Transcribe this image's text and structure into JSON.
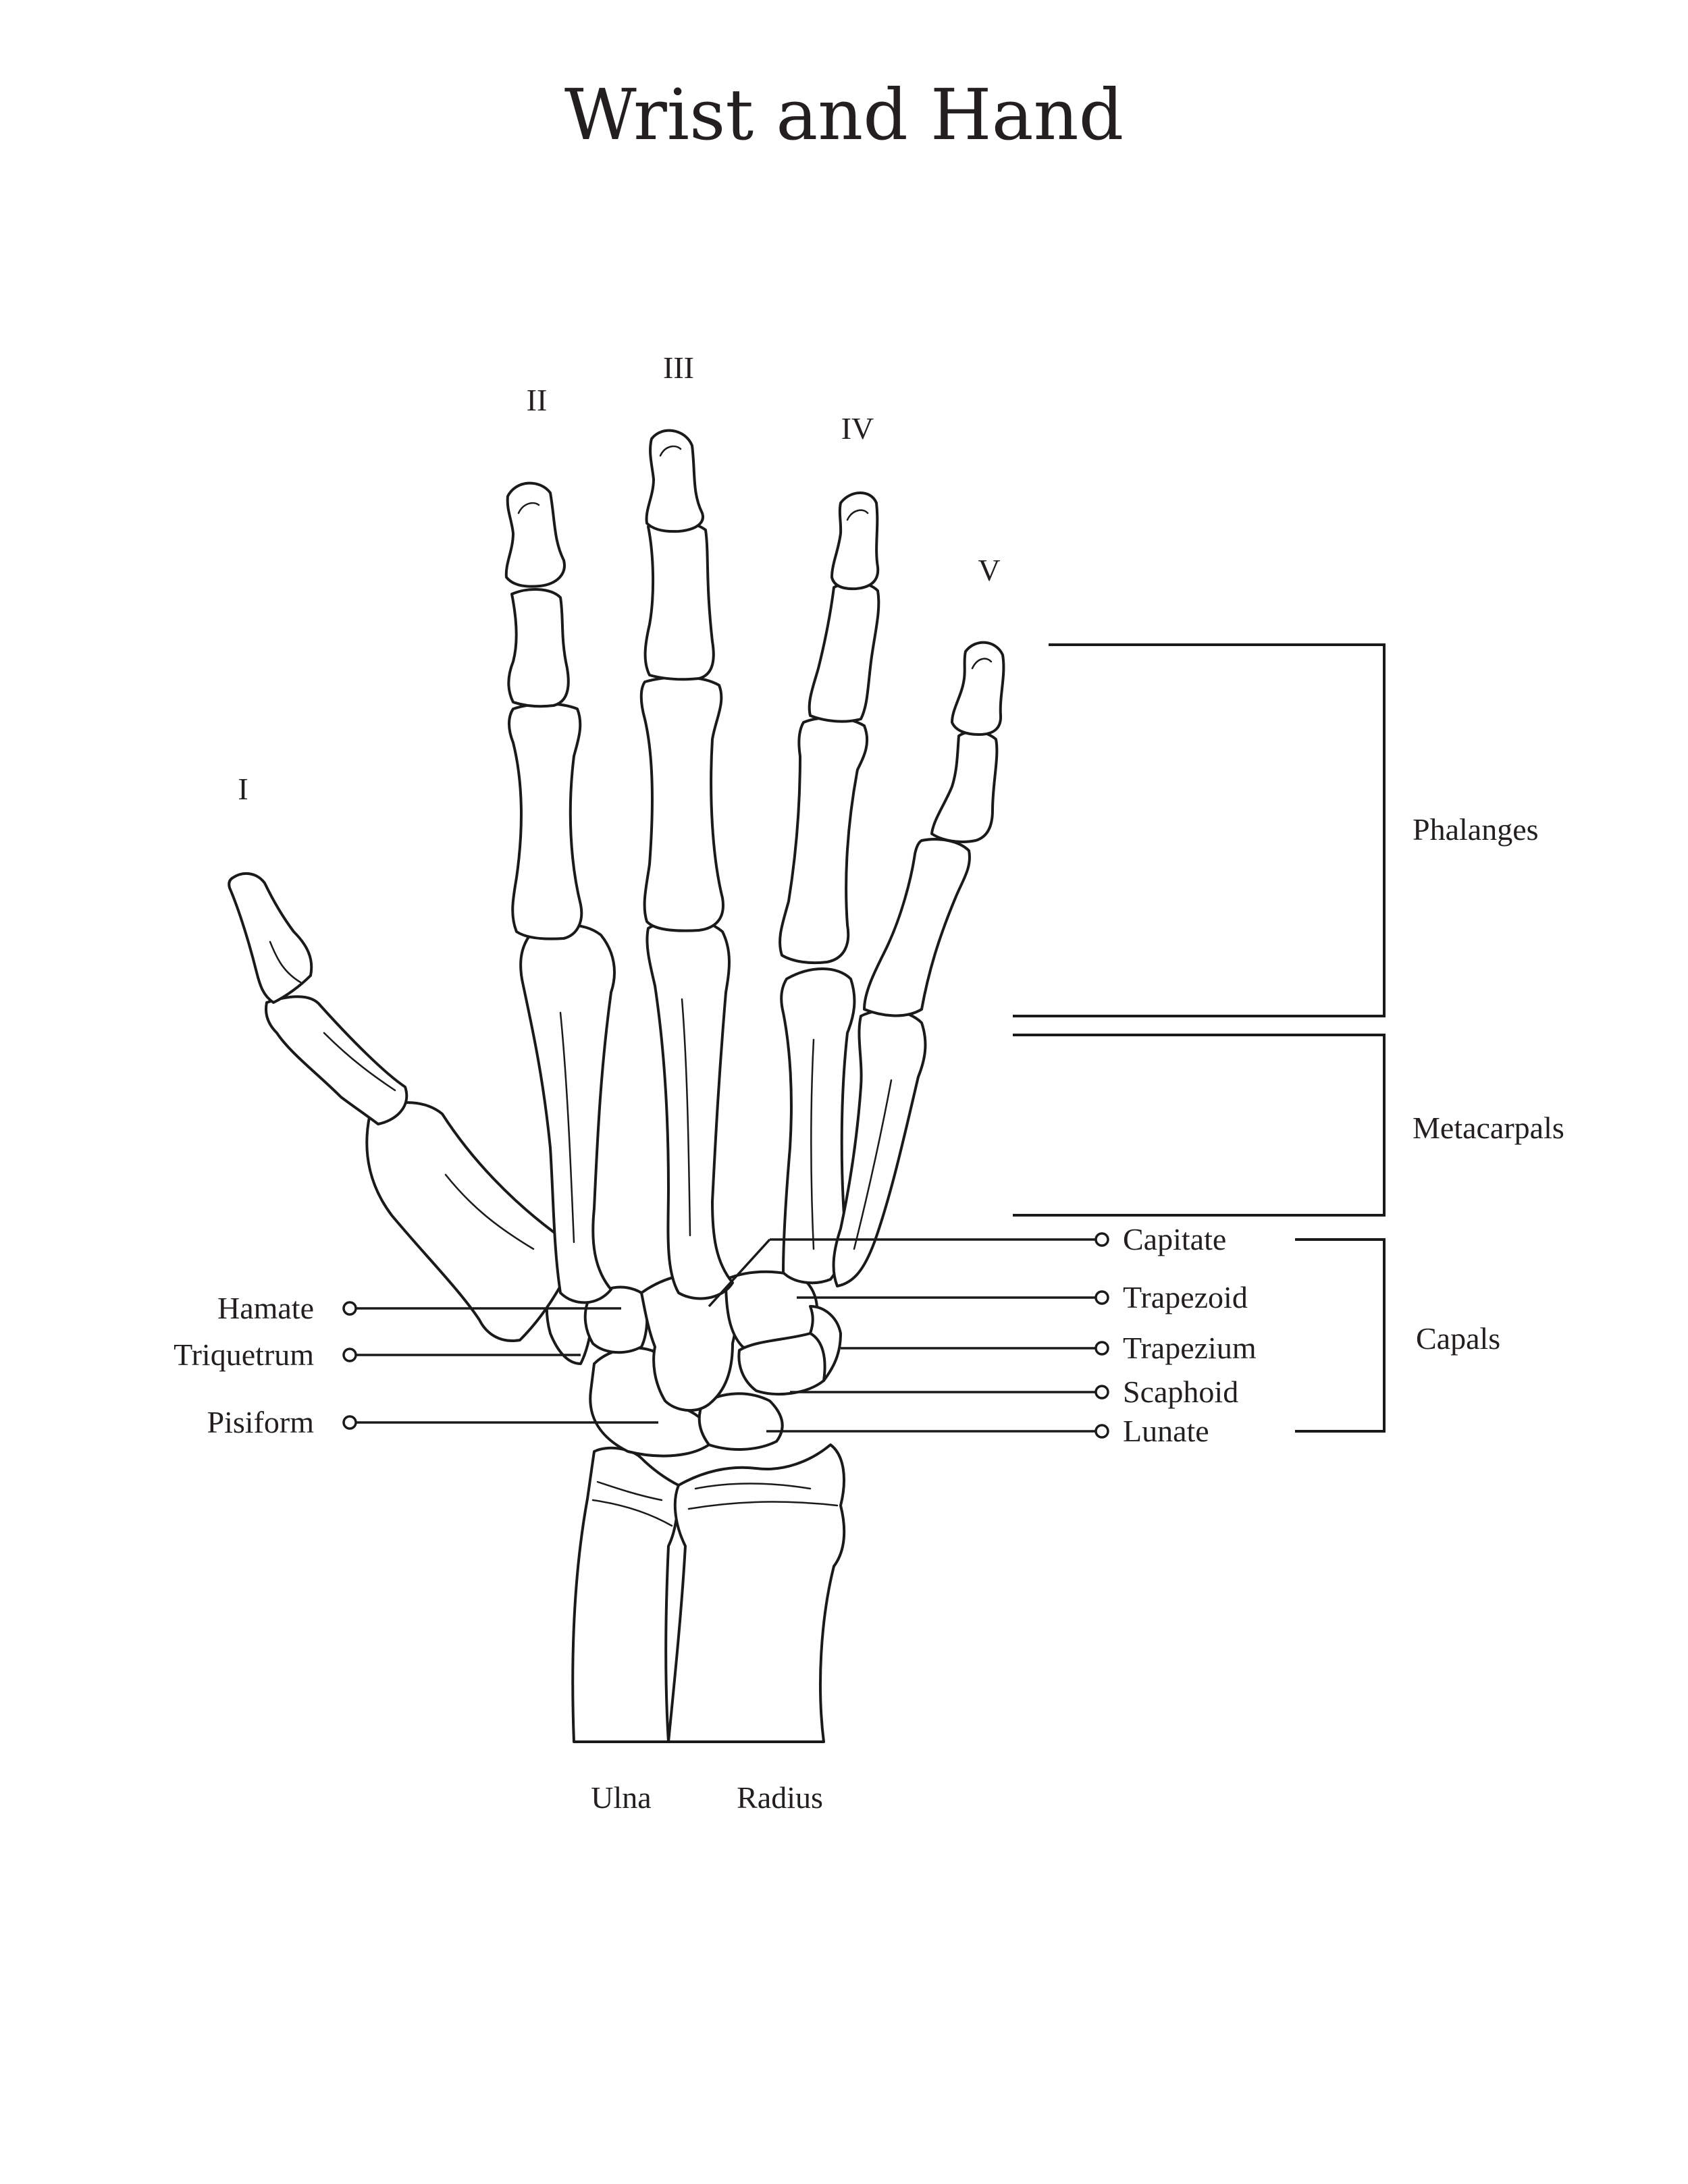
{
  "title": "Wrist and Hand",
  "digits": {
    "i": "I",
    "ii": "II",
    "iii": "III",
    "iv": "IV",
    "v": "V"
  },
  "groups": {
    "phalanges": "Phalanges",
    "metacarpals": "Metacarpals",
    "carpals": "Capals"
  },
  "left_labels": {
    "hamate": "Hamate",
    "triquetrum": "Triquetrum",
    "pisiform": "Pisiform"
  },
  "right_labels": {
    "capitate": "Capitate",
    "trapezoid": "Trapezoid",
    "trapezium": "Trapezium",
    "scaphoid": "Scaphoid",
    "lunate": "Lunate"
  },
  "forearm": {
    "ulna": "Ulna",
    "radius": "Radius"
  }
}
